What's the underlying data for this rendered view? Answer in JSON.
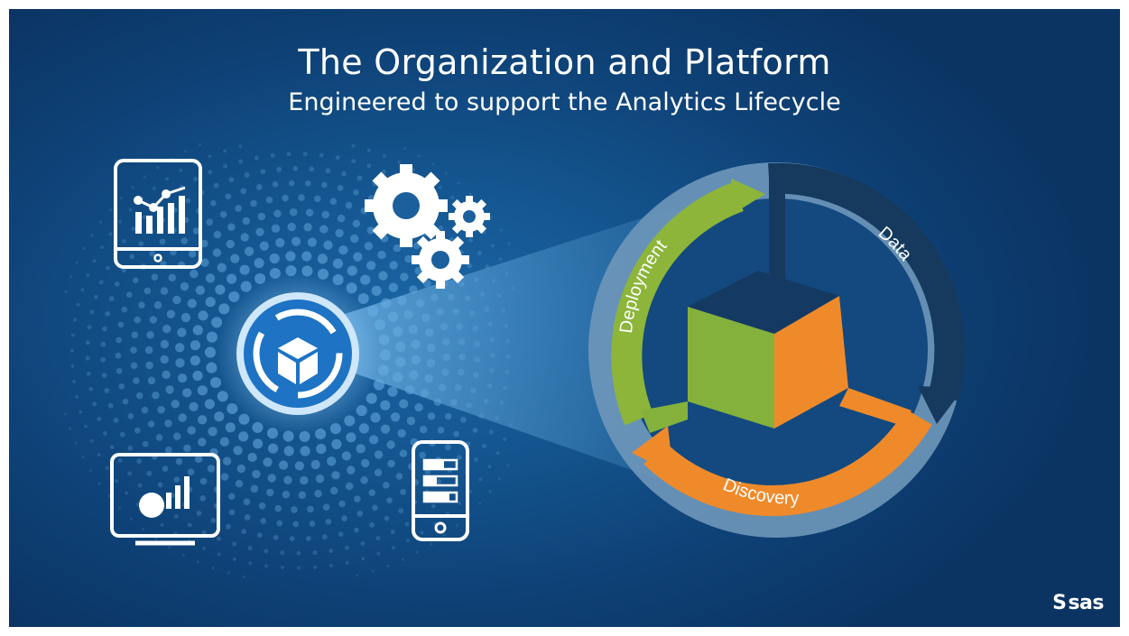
{
  "title": "The Organization and Platform",
  "subtitle": "Engineered to support the Analytics Lifecycle",
  "lifecycle_labels": {
    "deployment": "Deployment",
    "data": "Data",
    "discovery": "Discovery"
  },
  "brand": {
    "mark": "S",
    "text": "sas"
  },
  "icons": [
    "tablet-chart-icon",
    "gears-icon",
    "analytics-lifecycle-icon",
    "monitor-chart-icon",
    "phone-bars-icon"
  ],
  "colors": {
    "background": "#0e4176",
    "deployment": "#8cb53a",
    "data": "#163a5e",
    "discovery": "#ef8a2a",
    "cube_green": "#84b13c",
    "cube_orange": "#ef8a2a",
    "cube_top": "#143a63",
    "ring": "#7da2c1",
    "hub": "#1e73c4"
  }
}
